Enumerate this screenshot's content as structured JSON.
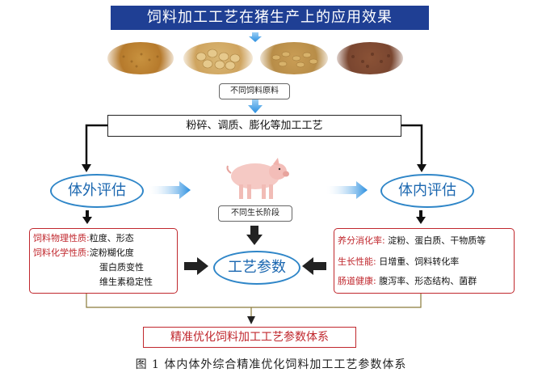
{
  "title": "饲料加工工艺在猪生产上的应用效果",
  "raw_materials_label": "不同饲料原料",
  "processing_label": "粉碎、调质、膨化等加工工艺",
  "in_vitro_label": "体外评估",
  "in_vivo_label": "体内评估",
  "growth_stage_label": "不同生长阶段",
  "process_parameter_label": "工艺参数",
  "in_vitro_box": {
    "physical_label": "饲料物理性质:",
    "physical_value": "粒度、形态",
    "chemical_label": "饲料化学性质:",
    "chemical_values": [
      "淀粉糊化度",
      "蛋白质变性",
      "维生素稳定性"
    ]
  },
  "in_vivo_box": {
    "digestibility_label": "养分消化率:",
    "digestibility_value": "淀粉、蛋白质、干物质等",
    "growth_label": "生长性能:",
    "growth_value": "日增重、饲料转化率",
    "gut_label": "肠道健康:",
    "gut_value": "腹泻率、形态结构、菌群"
  },
  "final_label": "精准优化饲料加工工艺参数体系",
  "caption": "图 1 体内体外综合精准优化饲料加工工艺参数体系",
  "colors": {
    "title_bg": "#1f3f94",
    "oval_border": "#2f86c8",
    "oval_text": "#1b67b0",
    "red": "#c0272d",
    "arrow_blue": "#2a8fe0"
  },
  "grain_images": [
    "millet-grain-image",
    "soybean-image",
    "wheat-grain-image",
    "buckwheat-grain-image"
  ],
  "pig_image": "pig-image"
}
